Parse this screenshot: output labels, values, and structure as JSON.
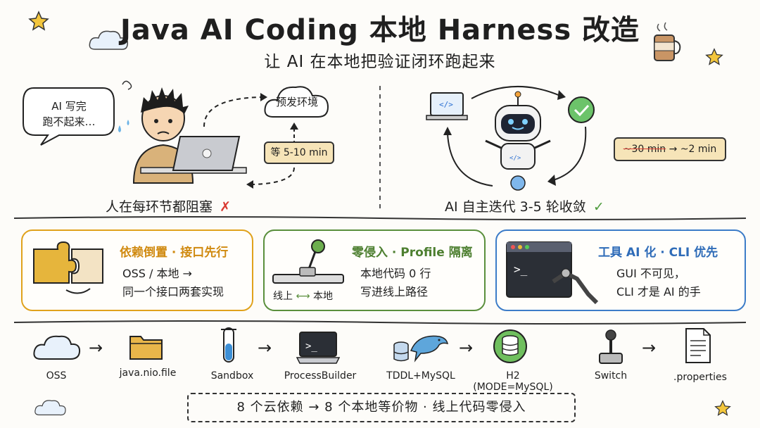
{
  "header": {
    "title": "Java AI Coding 本地 Harness 改造",
    "subtitle": "让 AI 在本地把验证闭环跑起来"
  },
  "left_panel": {
    "speech_bubble": [
      "AI 写完",
      "跑不起来…"
    ],
    "cloud_label": "预发环境",
    "wait_label": "等 5-10 min",
    "caption": "人在每环节都阻塞"
  },
  "right_panel": {
    "time_old": "~30 min",
    "time_new": "~2 min",
    "caption": "AI 自主迭代 3-5 轮收敛"
  },
  "cards": [
    {
      "title": "依赖倒置 · 接口先行",
      "lines": [
        "OSS / 本地 →",
        "同一个接口两套实现"
      ],
      "color": "#e0a21c"
    },
    {
      "title": "零侵入 · Profile 隔离",
      "lines": [
        "本地代码 0 行",
        "写进线上路径"
      ],
      "left_label": "线上",
      "right_label": "本地",
      "color": "#5a8f3c"
    },
    {
      "title": "工具 AI 化 · CLI 优先",
      "lines": [
        "GUI 不可见，",
        "CLI 才是 AI 的手"
      ],
      "color": "#3c7cc8"
    }
  ],
  "flow": [
    {
      "label": "OSS",
      "icon": "cloud-icon"
    },
    {
      "label": "java.nio.file",
      "icon": "folder-icon"
    },
    {
      "label": "Sandbox",
      "icon": "test-tube-icon"
    },
    {
      "label": "ProcessBuilder",
      "icon": "terminal-icon"
    },
    {
      "label": "TDDL+MySQL",
      "icon": "dolphin-database-icon"
    },
    {
      "label": "H2 (MODE=MySQL)",
      "icon": "database-icon"
    },
    {
      "label": "Switch",
      "icon": "joystick-icon"
    },
    {
      "label": ".properties",
      "icon": "document-icon"
    }
  ],
  "footer": {
    "text": "8 个云依赖  →  8 个本地等价物 · 线上代码零侵入"
  },
  "colors": {
    "yellow": "#e0a21c",
    "green": "#5a8f3c",
    "blue": "#3c7cc8",
    "red": "#d9382f"
  }
}
